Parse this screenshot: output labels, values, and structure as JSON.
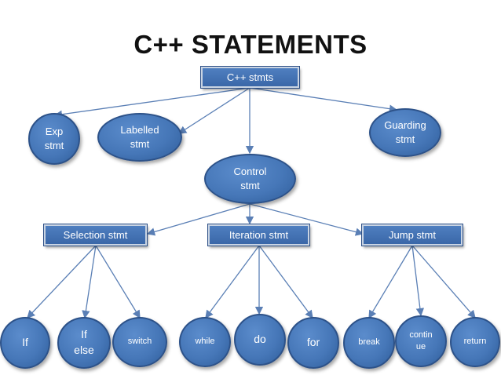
{
  "title": "C++ STATEMENTS",
  "nodes": {
    "root": "C++ stmts",
    "exp": "Exp\nstmt",
    "labelled": "Labelled\nstmt",
    "guarding": "Guarding\nstmt",
    "control": "Control\nstmt",
    "selection": "Selection stmt",
    "iteration": "Iteration stmt",
    "jump": "Jump stmt",
    "if": "If",
    "ifelse": "If\nelse",
    "switch": "switch",
    "while": "while",
    "do": "do",
    "for": "for",
    "break": "break",
    "continue": "contin\nue",
    "return": "return"
  },
  "colors": {
    "node_fill": "#4677b8",
    "node_border": "#2d5289",
    "connector": "#5a7fb5",
    "title": "#111111"
  }
}
